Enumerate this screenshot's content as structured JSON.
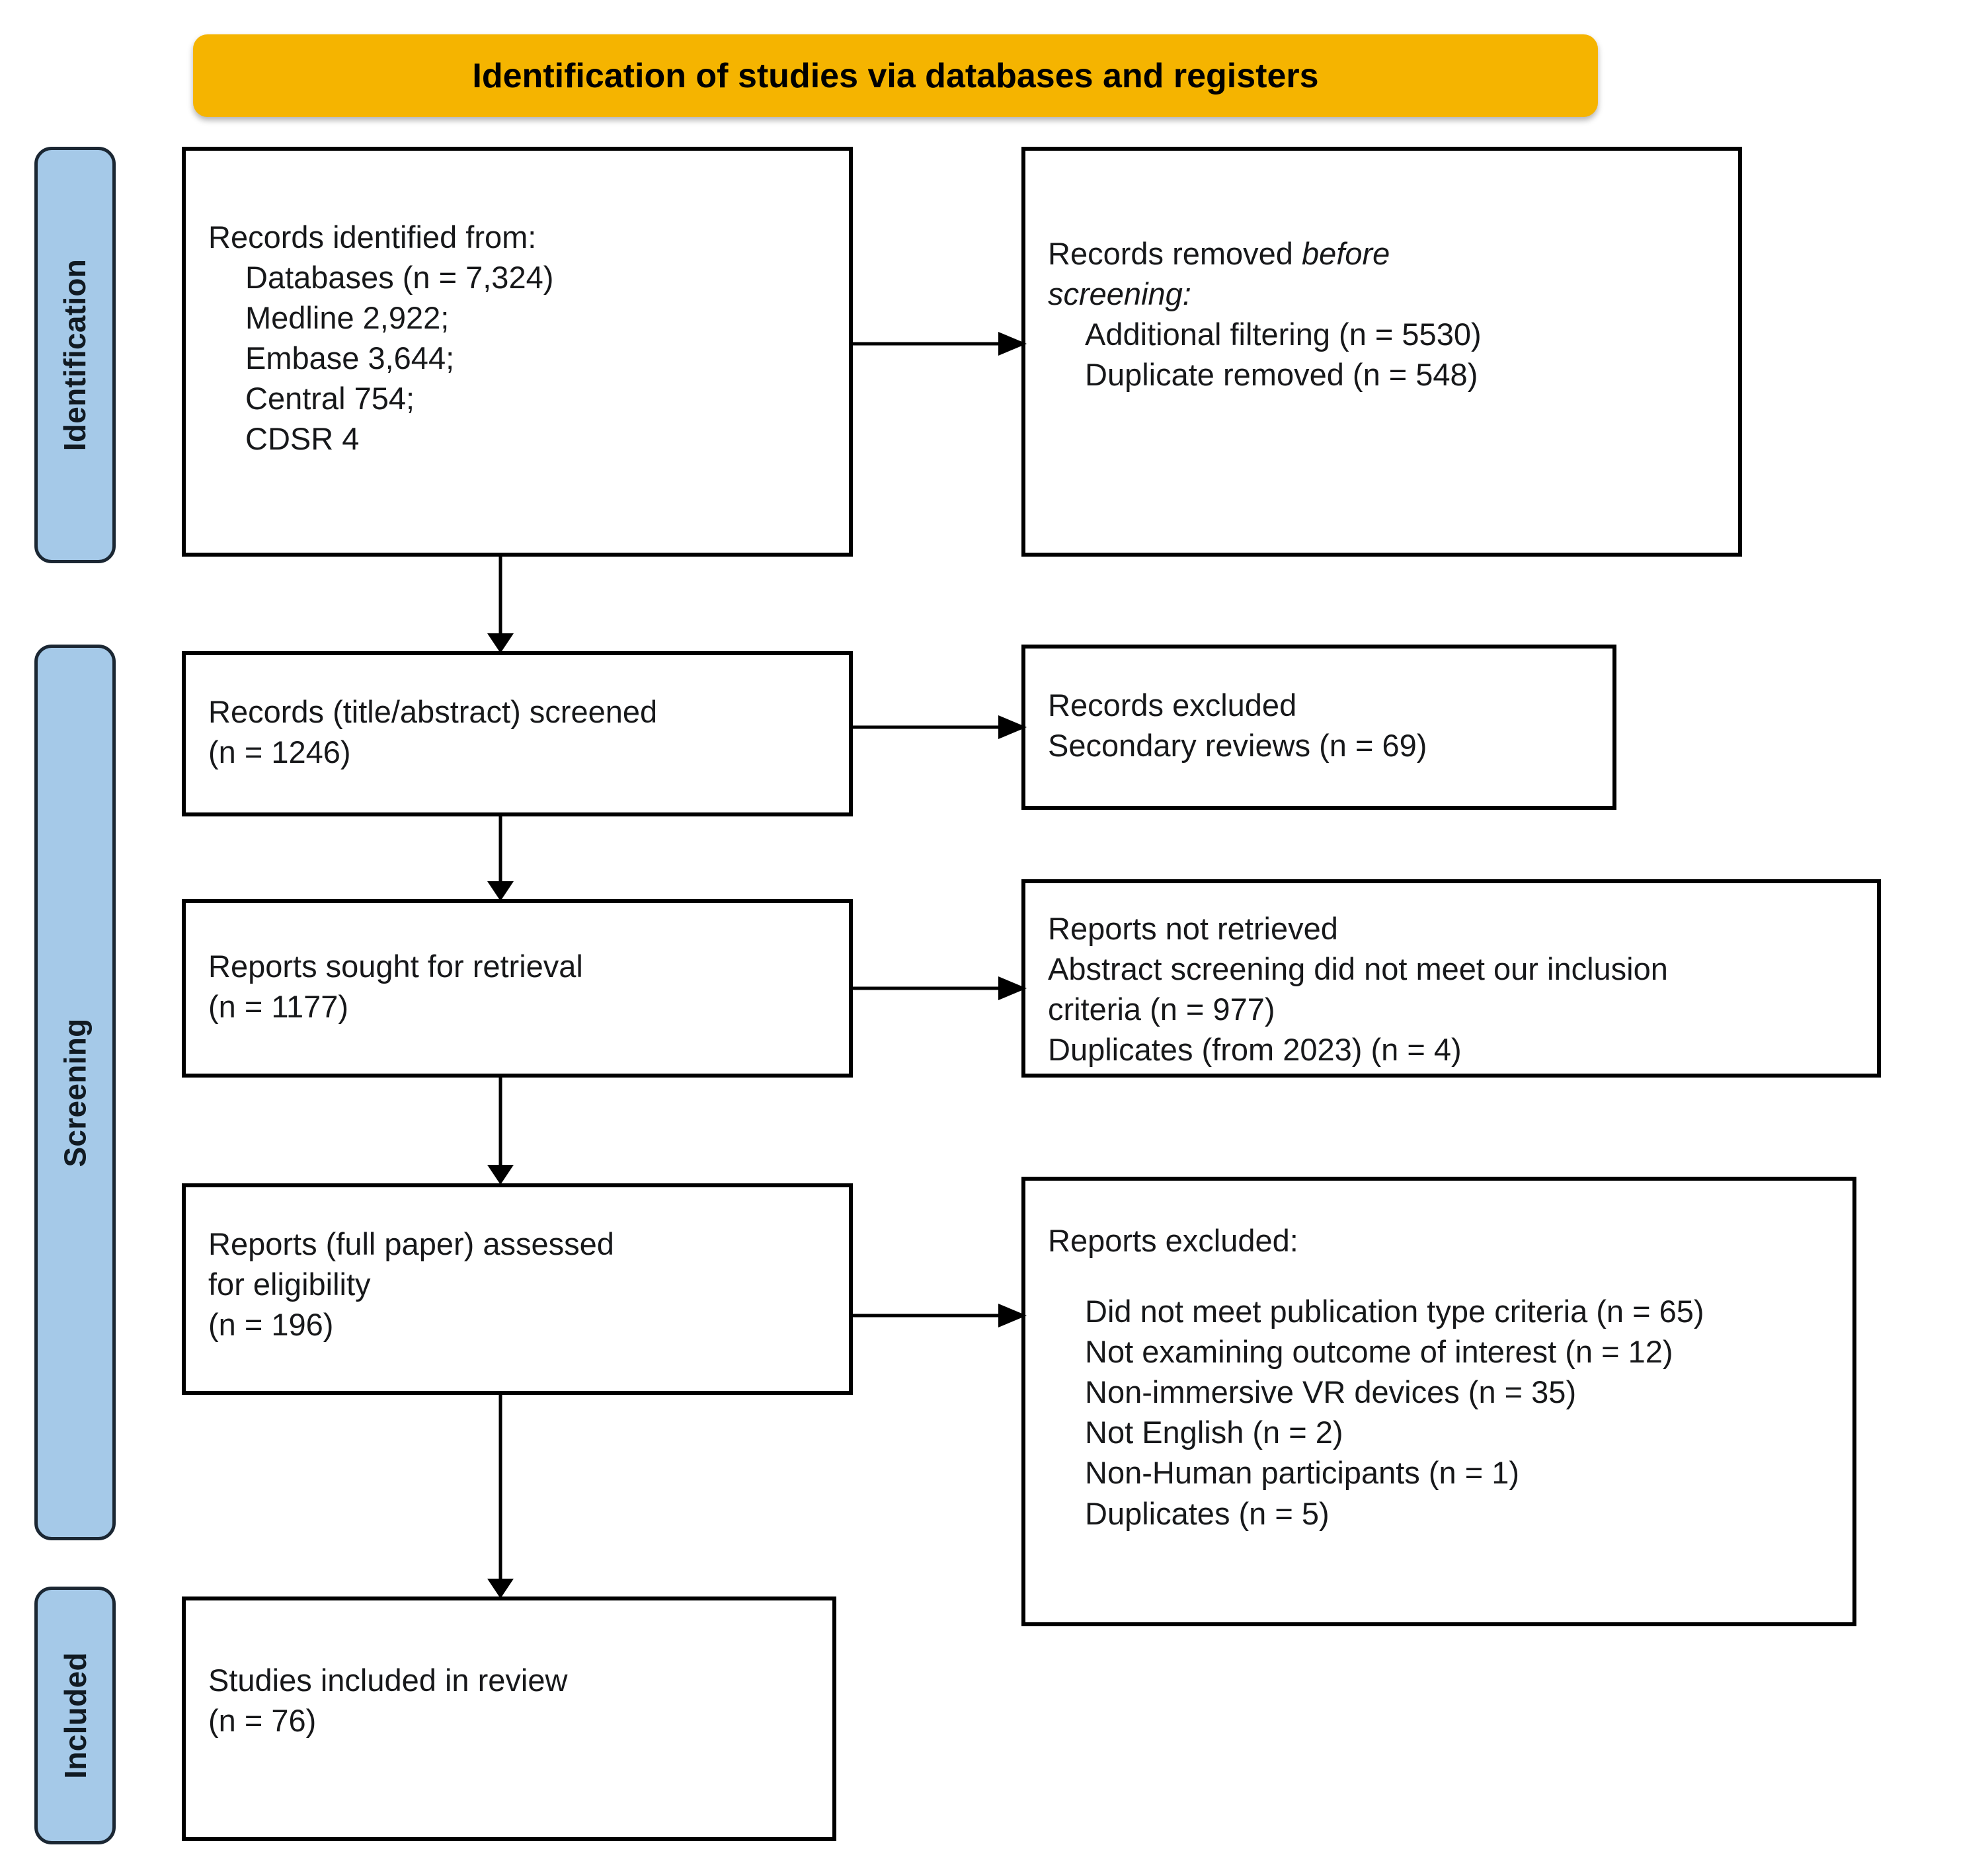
{
  "diagram": {
    "type": "prisma-flow-diagram",
    "banner": {
      "title": "Identification of studies via databases and registers"
    },
    "colors": {
      "banner_fill": "#F5B400",
      "stage_tab_fill": "#A5C9E8",
      "stage_tab_border": "#1b2733",
      "box_border": "#000000",
      "box_fill": "#ffffff",
      "connector": "#000000",
      "text": "#000000"
    },
    "stages": [
      {
        "id": "identification",
        "label": "Identification"
      },
      {
        "id": "screening",
        "label": "Screening"
      },
      {
        "id": "included",
        "label": "Included"
      }
    ],
    "boxes": {
      "records_identified": {
        "id": "records-identified",
        "lines": [
          {
            "text": "Records identified from:",
            "indent": false,
            "italic": false
          },
          {
            "text": "Databases (n = 7,324)",
            "indent": true,
            "italic": false
          },
          {
            "text": "Medline 2,922;",
            "indent": true,
            "italic": false
          },
          {
            "text": "Embase 3,644;",
            "indent": true,
            "italic": false
          },
          {
            "text": "Central 754;",
            "indent": true,
            "italic": false
          },
          {
            "text": "CDSR 4",
            "indent": true,
            "italic": false
          }
        ]
      },
      "records_removed": {
        "id": "records-removed-before-screening",
        "lines": [
          {
            "text": "Records removed before",
            "indent": false,
            "italic": false,
            "mixed": true
          },
          {
            "text": "screening:",
            "indent": false,
            "italic": true
          },
          {
            "text": "Additional filtering (n = 5530)",
            "indent": true,
            "italic": false
          },
          {
            "text": "Duplicate removed (n = 548)",
            "indent": true,
            "italic": false
          }
        ]
      },
      "records_screened": {
        "id": "records-screened",
        "lines": [
          {
            "text": "Records (title/abstract) screened",
            "indent": false,
            "italic": false
          },
          {
            "text": "(n = 1246)",
            "indent": false,
            "italic": false
          }
        ]
      },
      "records_excluded": {
        "id": "records-excluded",
        "lines": [
          {
            "text": "Records excluded",
            "indent": false,
            "italic": false
          },
          {
            "text": "Secondary reviews (n = 69)",
            "indent": false,
            "italic": false
          }
        ]
      },
      "reports_sought": {
        "id": "reports-sought-for-retrieval",
        "lines": [
          {
            "text": "Reports sought for retrieval",
            "indent": false,
            "italic": false
          },
          {
            "text": "(n = 1177)",
            "indent": false,
            "italic": false
          }
        ]
      },
      "reports_not_retrieved": {
        "id": "reports-not-retrieved",
        "lines": [
          {
            "text": "Reports not retrieved",
            "indent": false,
            "italic": false
          },
          {
            "text": "Abstract screening did not meet our inclusion",
            "indent": false,
            "italic": false
          },
          {
            "text": "criteria (n = 977)",
            "indent": false,
            "italic": false
          },
          {
            "text": "Duplicates (from 2023) (n = 4)",
            "indent": false,
            "italic": false
          }
        ]
      },
      "reports_assessed": {
        "id": "reports-assessed-for-eligibility",
        "lines": [
          {
            "text": "Reports (full paper) assessed",
            "indent": false,
            "italic": false
          },
          {
            "text": "for eligibility",
            "indent": false,
            "italic": false
          },
          {
            "text": "(n = 196)",
            "indent": false,
            "italic": false
          }
        ]
      },
      "reports_excluded": {
        "id": "reports-excluded",
        "lines": [
          {
            "text": "Reports excluded:",
            "indent": false,
            "italic": false
          },
          {
            "text": "",
            "indent": false,
            "italic": false,
            "spacer": true
          },
          {
            "text": "Did not meet publication type criteria (n = 65)",
            "indent": true,
            "italic": false
          },
          {
            "text": "Not examining outcome of interest (n = 12)",
            "indent": true,
            "italic": false
          },
          {
            "text": "Non-immersive VR devices (n = 35)",
            "indent": true,
            "italic": false
          },
          {
            "text": "Not English (n = 2)",
            "indent": true,
            "italic": false
          },
          {
            "text": "Non-Human participants (n = 1)",
            "indent": true,
            "italic": false
          },
          {
            "text": "Duplicates (n = 5)",
            "indent": true,
            "italic": false
          }
        ]
      },
      "studies_included": {
        "id": "studies-included-in-review",
        "lines": [
          {
            "text": "Studies included in review",
            "indent": false,
            "italic": false
          },
          {
            "text": "(n = 76)",
            "indent": false,
            "italic": false
          }
        ]
      }
    },
    "counts": {
      "databases_total": 7324,
      "medline": 2922,
      "embase": 3644,
      "central": 754,
      "cdsr": 4,
      "additional_filtering_removed": 5530,
      "duplicates_removed_before_screening": 548,
      "records_screened": 1246,
      "records_excluded_secondary_reviews": 69,
      "reports_sought": 1177,
      "abstract_screening_excluded": 977,
      "duplicates_from_2023": 4,
      "reports_assessed": 196,
      "excluded_publication_type": 65,
      "excluded_outcome": 12,
      "excluded_non_immersive_vr": 35,
      "excluded_not_english": 2,
      "excluded_non_human": 1,
      "excluded_duplicates": 5,
      "studies_included": 76
    }
  }
}
